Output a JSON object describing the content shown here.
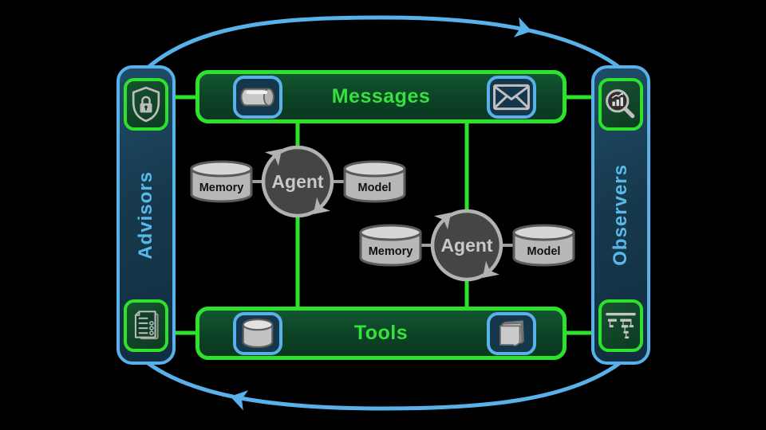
{
  "buses": {
    "messages": {
      "label": "Messages",
      "left_icon": "message-queue-icon",
      "right_icon": "envelope-icon"
    },
    "tools": {
      "label": "Tools",
      "left_icon": "database-icon",
      "right_icon": "documents-stack-icon"
    }
  },
  "sidebars": {
    "advisors": {
      "label": "Advisors",
      "top_icon": "shield-lock-icon",
      "bottom_icon": "checklist-icon"
    },
    "observers": {
      "label": "Observers",
      "top_icon": "chart-magnifier-icon",
      "bottom_icon": "trace-spans-icon"
    }
  },
  "agents": [
    {
      "memory_label": "Memory",
      "agent_label": "Agent",
      "model_label": "Model"
    },
    {
      "memory_label": "Memory",
      "agent_label": "Agent",
      "model_label": "Model"
    }
  ],
  "cycle": {
    "top_arrow_direction": "right",
    "bottom_arrow_direction": "left"
  },
  "colors": {
    "background": "#000000",
    "green_accent": "#2ce22c",
    "green_text": "#35e13c",
    "dark_green_fill": "#0c4226",
    "blue_accent": "#58b1e9",
    "blue_text": "#58b8e8",
    "navy_fill": "#17394d",
    "icon_gray": "#bcbcbc",
    "agent_circle_fill": "#454545"
  }
}
